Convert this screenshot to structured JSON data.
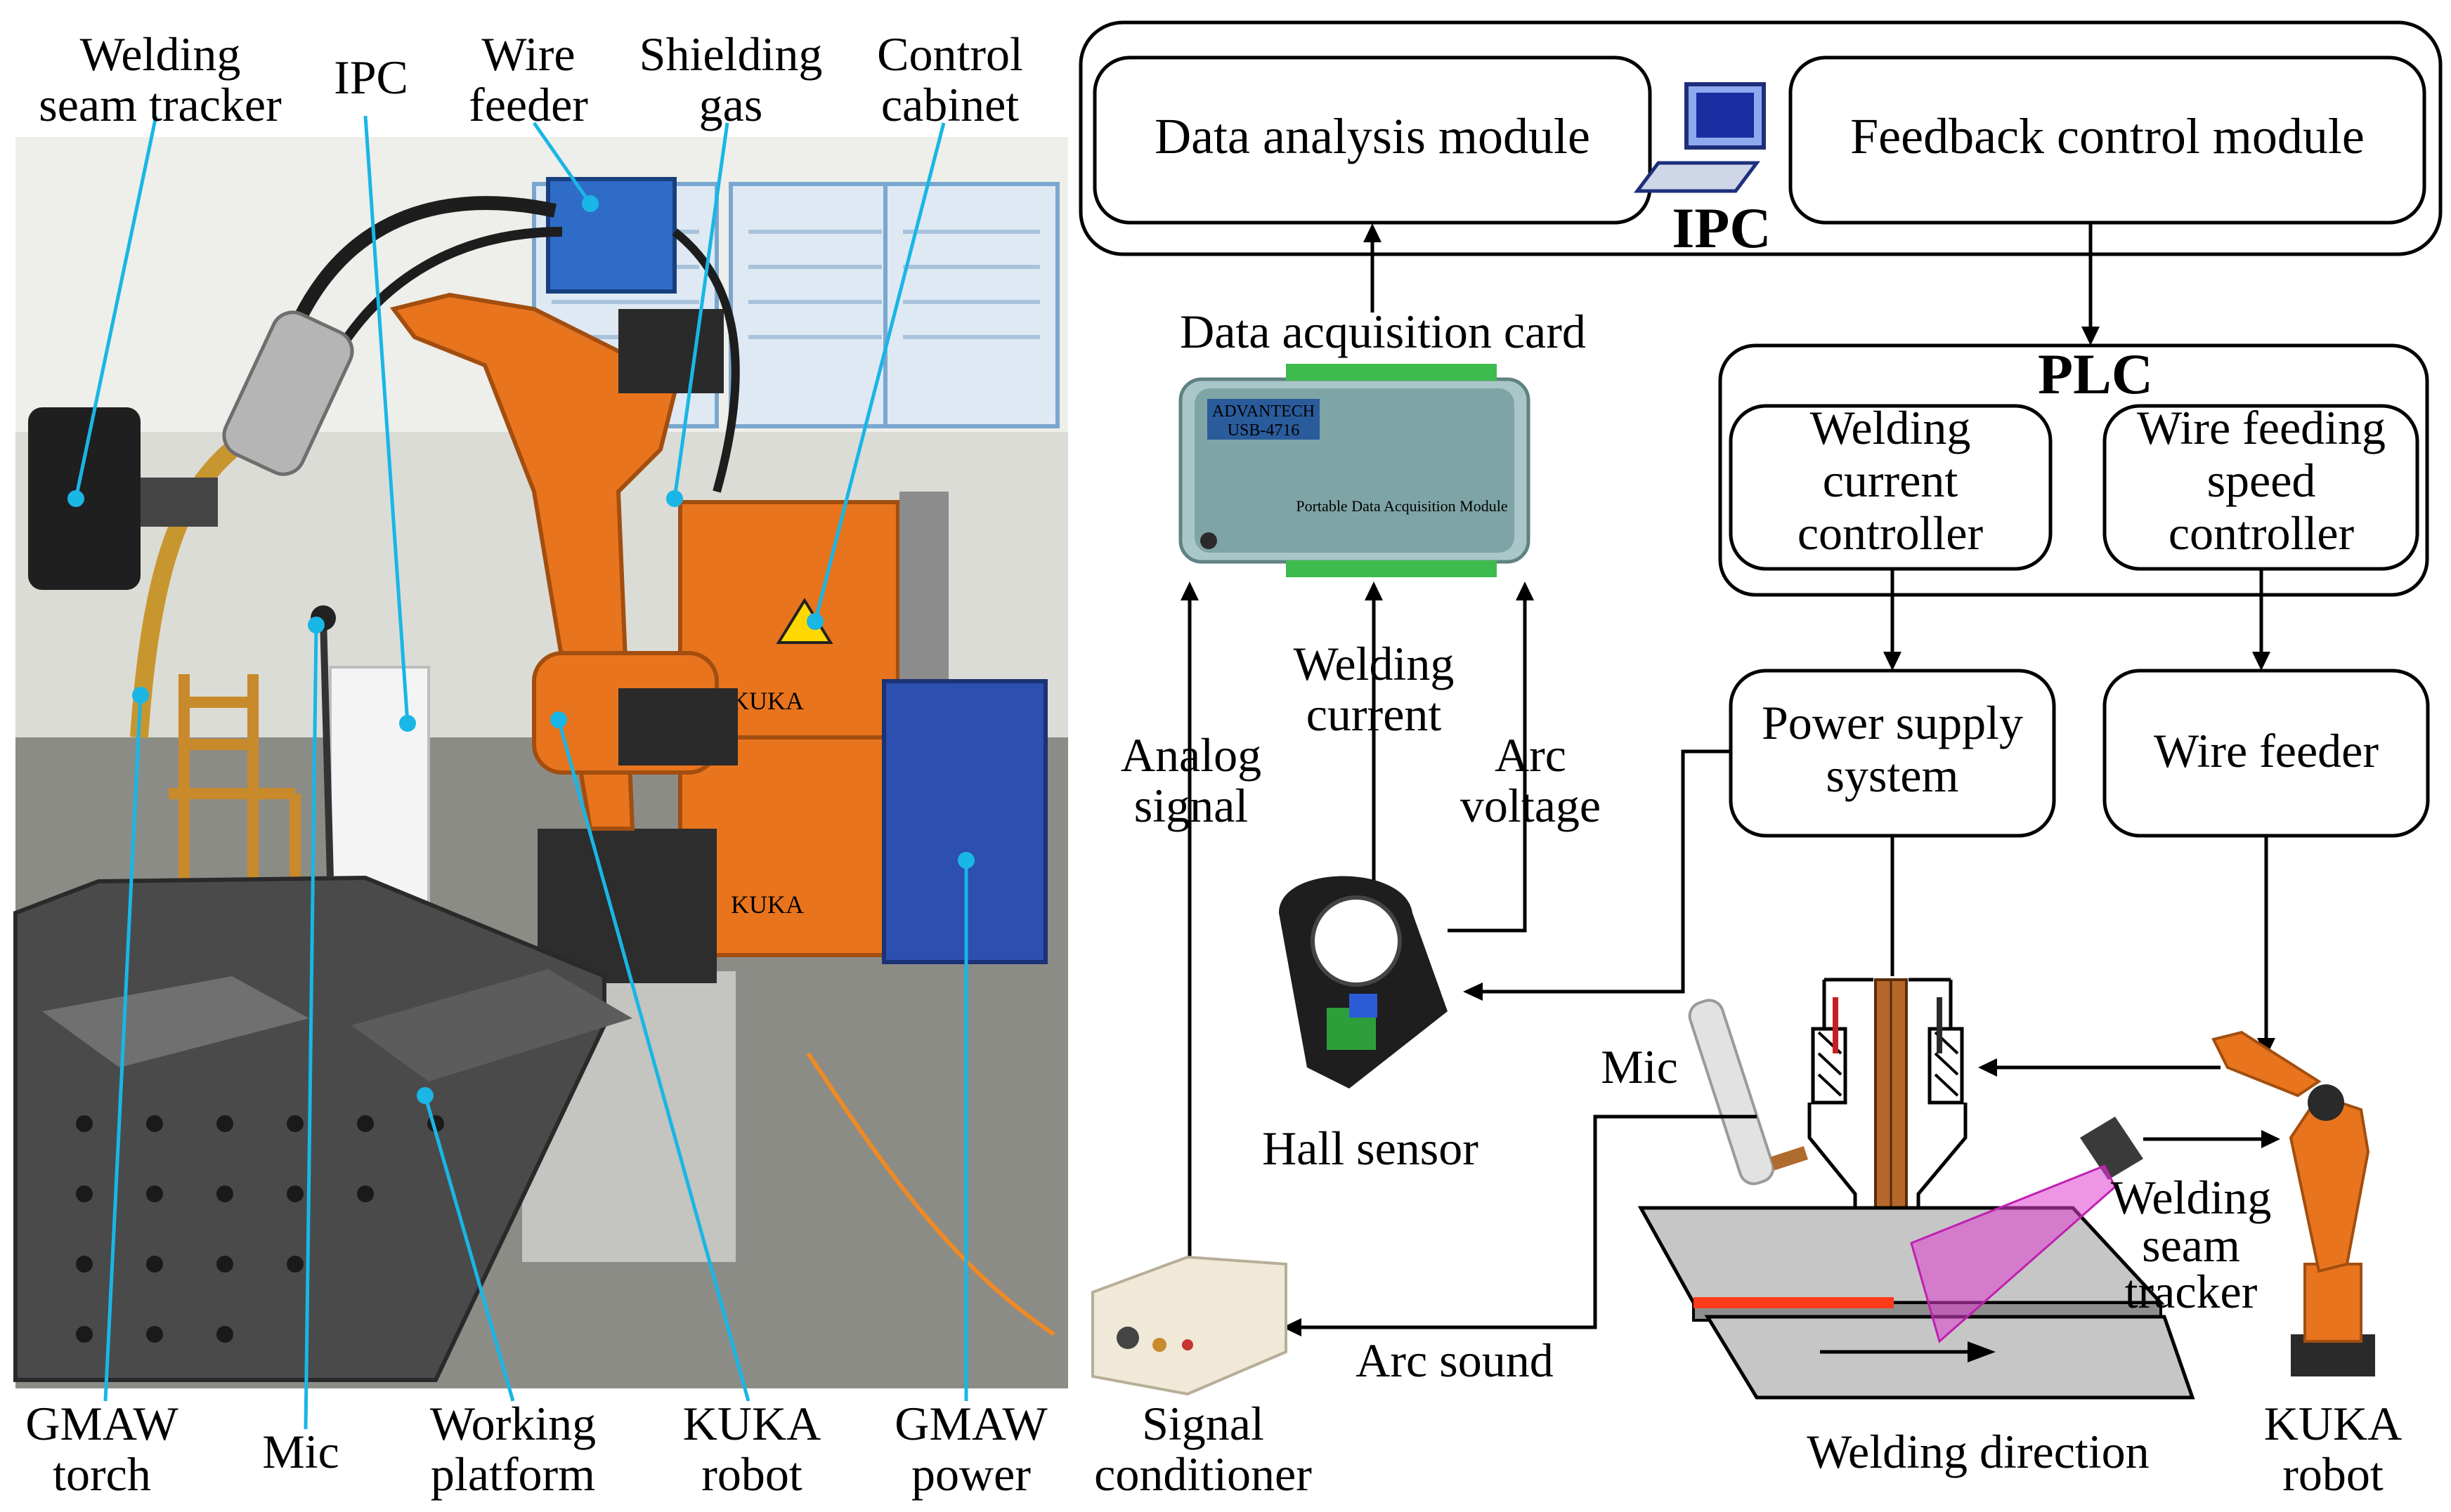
{
  "photo_labels": {
    "welding_seam_tracker": [
      "Welding",
      "seam tracker"
    ],
    "ipc": "IPC",
    "wire_feeder": [
      "Wire",
      "feeder"
    ],
    "shielding_gas": [
      "Shielding",
      "gas"
    ],
    "control_cabinet": [
      "Control",
      "cabinet"
    ],
    "gmaw_torch": [
      "GMAW",
      "torch"
    ],
    "mic": "Mic",
    "working_platform": [
      "Working",
      "platform"
    ],
    "kuka_robot": [
      "KUKA",
      "robot"
    ],
    "gmaw_power": [
      "GMAW",
      "power"
    ],
    "cabinet_brand": [
      "KUKA",
      "KUKA"
    ]
  },
  "diagram": {
    "ipc": {
      "label": "IPC",
      "data_analysis_module": "Data analysis module",
      "feedback_control_module": "Feedback control module"
    },
    "data_acquisition_card": {
      "label": "Data acquisition card",
      "brand": "ADVANTECH",
      "model": "USB-4716",
      "caption": "Portable Data Acquisition Module"
    },
    "plc": {
      "label": "PLC",
      "welding_current_controller": [
        "Welding",
        "current",
        "controller"
      ],
      "wire_feeding_speed_controller": [
        "Wire feeding",
        "speed",
        "controller"
      ]
    },
    "power_supply_system": [
      "Power supply",
      "system"
    ],
    "wire_feeder": "Wire feeder",
    "welding_current": [
      "Welding",
      "current"
    ],
    "arc_voltage": [
      "Arc",
      "voltage"
    ],
    "analog_signal": [
      "Analog",
      "signal"
    ],
    "hall_sensor": "Hall sensor",
    "mic": "Mic",
    "arc_sound": "Arc sound",
    "signal_conditioner": [
      "Signal",
      "conditioner"
    ],
    "welding_direction": "Welding direction",
    "welding_seam_tracker": [
      "Welding",
      "seam",
      "tracker"
    ],
    "kuka_robot": [
      "KUKA",
      "robot"
    ]
  },
  "colors": {
    "leader_lines": "#19b6e6",
    "robot_orange": "#e8741e",
    "laser_magenta": "#e040d0",
    "weld_bead": "#ff3b1a"
  }
}
